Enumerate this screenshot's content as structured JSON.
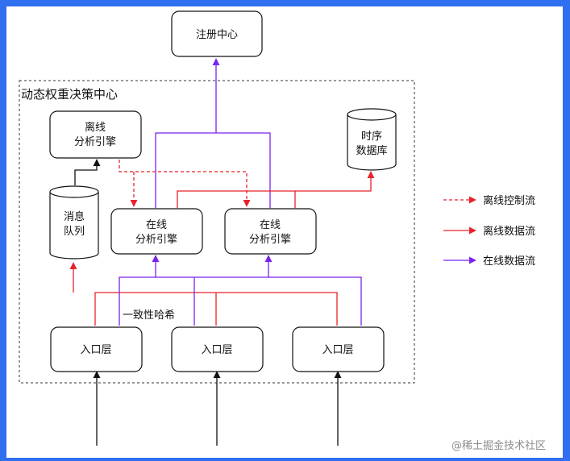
{
  "diagram": {
    "registry": "注册中心",
    "container_title": "动态权重决策中心",
    "offline_engine": [
      "离线",
      "分析引擎"
    ],
    "tsdb": [
      "时序",
      "数据库"
    ],
    "mq": [
      "消息",
      "队列"
    ],
    "online_engine_1": [
      "在线",
      "分析引擎"
    ],
    "online_engine_2": [
      "在线",
      "分析引擎"
    ],
    "consistent_hash": "一致性哈希",
    "entry_1": "入口层",
    "entry_2": "入口层",
    "entry_3": "入口层"
  },
  "legend": [
    {
      "label": "离线控制流",
      "color": "#e8222a",
      "style": "dashed"
    },
    {
      "label": "离线数据流",
      "color": "#e8222a",
      "style": "solid"
    },
    {
      "label": "在线数据流",
      "color": "#7a22f2",
      "style": "solid"
    }
  ],
  "watermark": "@稀土掘金技术社区",
  "colors": {
    "frame": "#2f6ff0",
    "red": "#e8222a",
    "purple": "#7a22f2",
    "black": "#111111"
  }
}
